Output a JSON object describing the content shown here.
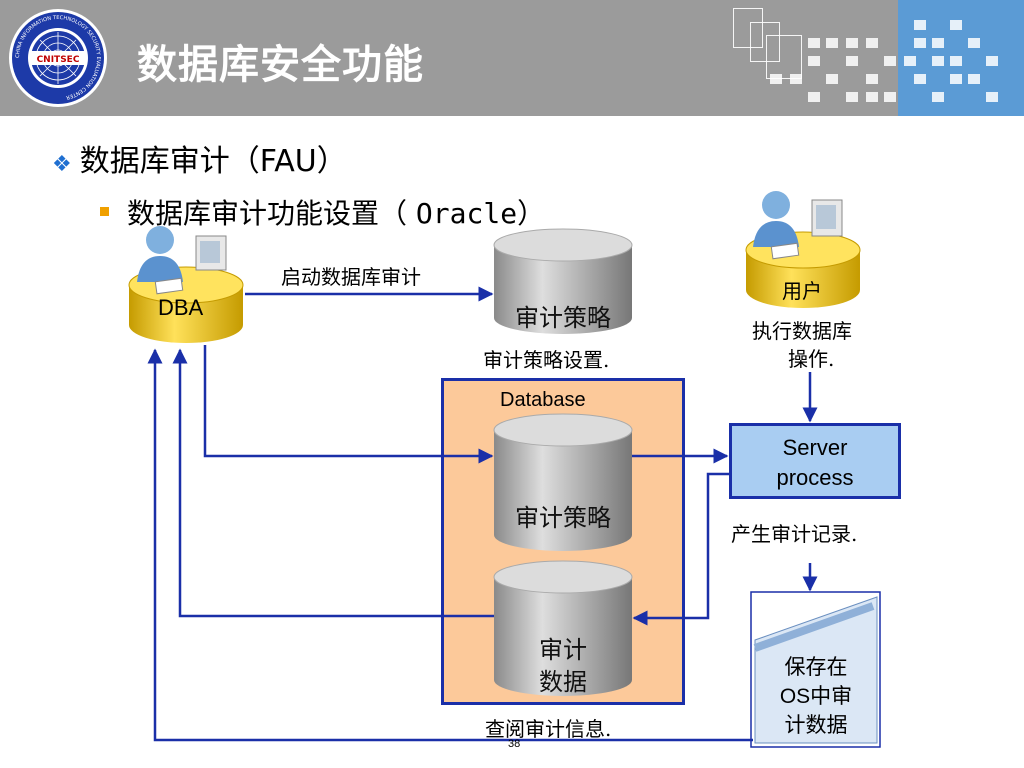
{
  "header": {
    "title": "数据库安全功能",
    "logo_text": "CNITSEC",
    "logo_ring_text": "CHINA INFORMATION TECHNOLOGY SECURITY EVALUATION CENTER",
    "colors": {
      "header_gray": "#9b9b9b",
      "accent_blue": "#5b9bd5"
    }
  },
  "content": {
    "bullet1": "数据库审计（FAU）",
    "bullet2_prefix": "数据库审计功能设置（ ",
    "bullet2_mono": "Oracle",
    "bullet2_suffix": "）"
  },
  "diagram": {
    "dba_label": "DBA",
    "user_label": "用户",
    "start_audit": "启动数据库审计",
    "policy_top_label": "审计策略",
    "policy_setting": "审计策略设置.",
    "user_action_line1": "执行数据库",
    "user_action_line2": "操作.",
    "database_label": "Database",
    "policy_db_label": "审计策略",
    "audit_data_line1": "审计",
    "audit_data_line2": "数据",
    "server_line1": "Server",
    "server_line2": "process",
    "generate_record": "产生审计记录.",
    "os_line1": "保存在",
    "os_line2": "OS中审",
    "os_line3": "计数据",
    "view_audit": "查阅审计信息."
  },
  "footer": {
    "page_number": "38"
  }
}
